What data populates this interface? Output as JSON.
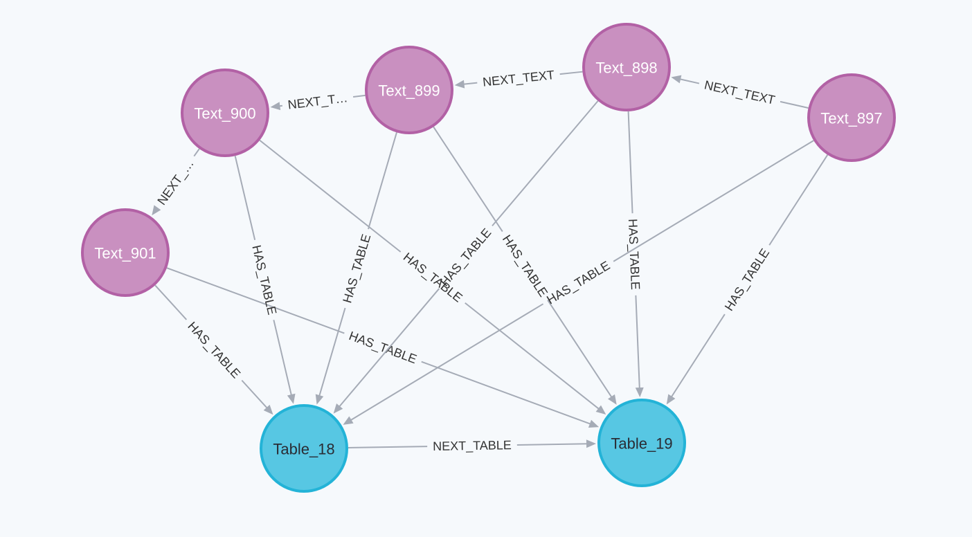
{
  "graph": {
    "nodes": [
      {
        "id": "Text_897",
        "label": "Text_897",
        "type": "text"
      },
      {
        "id": "Text_898",
        "label": "Text_898",
        "type": "text"
      },
      {
        "id": "Text_899",
        "label": "Text_899",
        "type": "text"
      },
      {
        "id": "Text_900",
        "label": "Text_900",
        "type": "text"
      },
      {
        "id": "Text_901",
        "label": "Text_901",
        "type": "text"
      },
      {
        "id": "Table_18",
        "label": "Table_18",
        "type": "table"
      },
      {
        "id": "Table_19",
        "label": "Table_19",
        "type": "table"
      }
    ],
    "relationships": [
      {
        "from": "Text_897",
        "to": "Text_898",
        "label": "NEXT_TEXT"
      },
      {
        "from": "Text_898",
        "to": "Text_899",
        "label": "NEXT_TEXT"
      },
      {
        "from": "Text_899",
        "to": "Text_900",
        "label": "NEXT_T…"
      },
      {
        "from": "Text_900",
        "to": "Text_901",
        "label": "NEXT_…"
      },
      {
        "from": "Text_901",
        "to": "Table_18",
        "label": "HAS_TABLE"
      },
      {
        "from": "Text_901",
        "to": "Table_19",
        "label": "HAS_TABLE"
      },
      {
        "from": "Text_900",
        "to": "Table_18",
        "label": "HAS_TABLE"
      },
      {
        "from": "Text_900",
        "to": "Table_19",
        "label": "HAS_TABLE"
      },
      {
        "from": "Text_899",
        "to": "Table_18",
        "label": "HAS_TABLE"
      },
      {
        "from": "Text_899",
        "to": "Table_19",
        "label": "HAS_TABLE"
      },
      {
        "from": "Text_898",
        "to": "Table_18",
        "label": "HAS_TABLE"
      },
      {
        "from": "Text_898",
        "to": "Table_19",
        "label": "HAS_TABLE"
      },
      {
        "from": "Text_897",
        "to": "Table_18",
        "label": "HAS_TABLE"
      },
      {
        "from": "Text_897",
        "to": "Table_19",
        "label": "HAS_TABLE"
      },
      {
        "from": "Table_18",
        "to": "Table_19",
        "label": "NEXT_TABLE"
      }
    ]
  },
  "colors": {
    "text_node_fill": "#c990c0",
    "text_node_stroke": "#b261a5",
    "text_node_label": "#ffffff",
    "table_node_fill": "#57c7e3",
    "table_node_stroke": "#23b3d7",
    "table_node_label": "#2a2c34",
    "relationship": "#a5abb6",
    "relationship_label": "#333333",
    "background": "#f6f9fc"
  }
}
